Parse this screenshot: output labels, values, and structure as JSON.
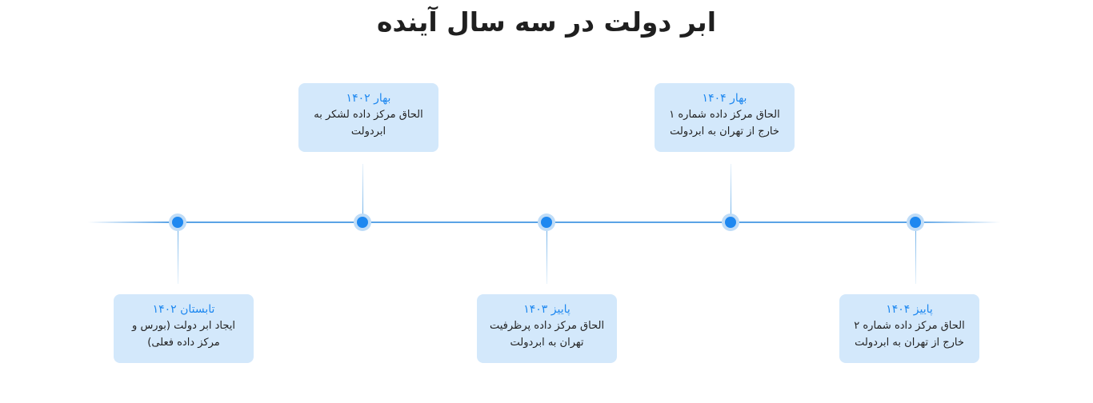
{
  "title": "ابر دولت در سه سال آینده",
  "colors": {
    "accent": "#1e88f0",
    "card_background": "#d3e8fb",
    "line": "#5aa3e6",
    "title": "#1f1f1f"
  },
  "events": [
    {
      "date": "تابستان ۱۴۰۲",
      "description": "ایجاد ابر دولت (بورس و مرکز داده فعلی)"
    },
    {
      "date": "بهار ۱۴۰۲",
      "description": "الحاق مرکز داده لشکر به ابردولت"
    },
    {
      "date": "پاییز ۱۴۰۳",
      "description": "الحاق مرکز داده پرظرفیت تهران به ابردولت"
    },
    {
      "date": "بهار ۱۴۰۴",
      "description": "الحاق مرکز داده شماره ۱ خارج از تهران به ابردولت"
    },
    {
      "date": "پاییز ۱۴۰۴",
      "description": "الحاق مرکز داده شماره ۲ خارج از تهران به ابردولت"
    }
  ]
}
